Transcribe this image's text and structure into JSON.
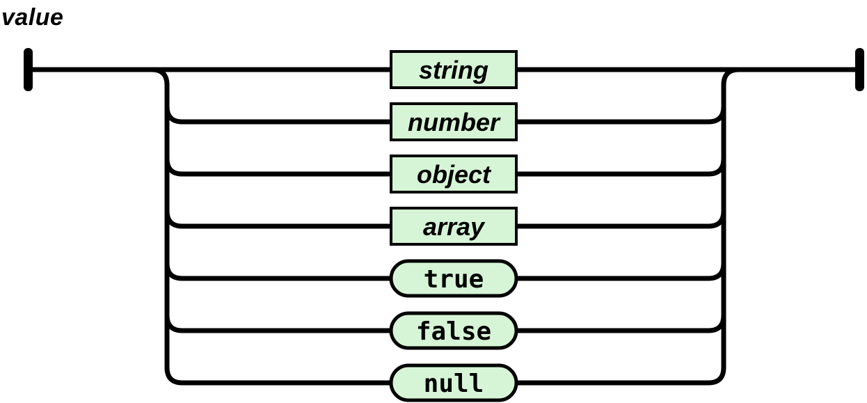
{
  "diagram": {
    "title": "value",
    "rule_name": "value",
    "type": "railroad-syntax-diagram",
    "colors": {
      "node_fill": "#d6f5d6",
      "line": "#000000",
      "background": "#ffffff"
    },
    "branches": [
      {
        "label": "string",
        "kind": "nonterminal"
      },
      {
        "label": "number",
        "kind": "nonterminal"
      },
      {
        "label": "object",
        "kind": "nonterminal"
      },
      {
        "label": "array",
        "kind": "nonterminal"
      },
      {
        "label": "true",
        "kind": "terminal"
      },
      {
        "label": "false",
        "kind": "terminal"
      },
      {
        "label": "null",
        "kind": "terminal"
      }
    ]
  }
}
